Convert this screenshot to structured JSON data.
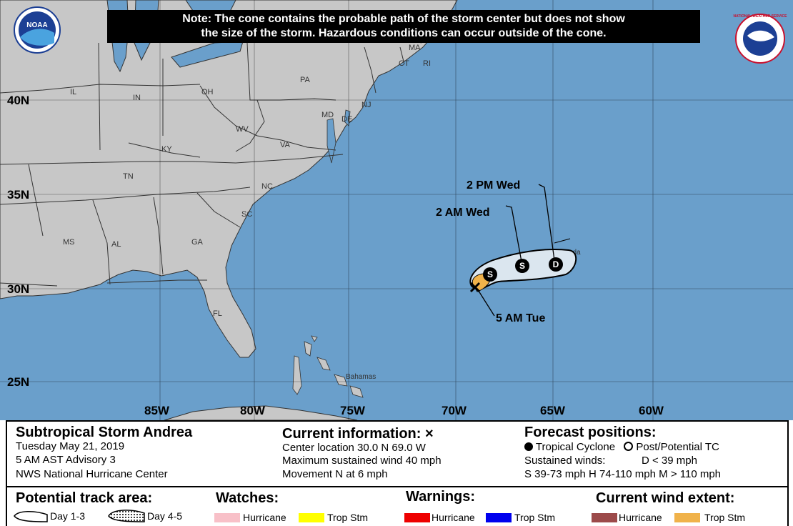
{
  "note": {
    "line1": "Note: The cone contains the probable path of the storm center but does not show",
    "line2": "the size of the storm. Hazardous conditions can occur outside of the cone."
  },
  "logos": {
    "left": "NOAA",
    "right": "NATIONAL WEATHER SERVICE"
  },
  "map": {
    "lat_labels": [
      "40N",
      "35N",
      "30N",
      "25N"
    ],
    "lon_labels": [
      "85W",
      "80W",
      "75W",
      "70W",
      "65W",
      "60W"
    ],
    "state_labels": [
      "IL",
      "IN",
      "OH",
      "PA",
      "MA",
      "CT",
      "RI",
      "NJ",
      "MD",
      "DE",
      "WV",
      "VA",
      "KY",
      "TN",
      "NC",
      "SC",
      "MS",
      "AL",
      "GA",
      "FL"
    ],
    "place_labels": {
      "bermuda": "Bermuda",
      "bahamas": "Bahamas"
    },
    "colors": {
      "ocean": "#6a9fcb",
      "land": "#c7c7c7",
      "cone": "#dbe6ef",
      "trop_storm_extent": "#f0b24a"
    },
    "forecast": [
      {
        "label": "5 AM Tue",
        "symbol": "x"
      },
      {
        "label": "",
        "symbol": "S"
      },
      {
        "label": "2 AM Wed",
        "symbol": "S"
      },
      {
        "label": "2 PM Wed",
        "symbol": "D"
      }
    ]
  },
  "info": {
    "storm_name": "Subtropical Storm Andrea",
    "date": "Tuesday May 21, 2019",
    "advisory": "5 AM AST Advisory 3",
    "center": "NWS National Hurricane Center",
    "current_title": "Current information:",
    "current_symbol": "×",
    "center_location": "Center location 30.0 N 69.0 W",
    "max_wind": "Maximum sustained wind 40 mph",
    "movement": "Movement N at 6 mph",
    "forecast_title": "Forecast positions:",
    "tc_label": "Tropical Cyclone",
    "post_tc_label": "Post/Potential TC",
    "sustained": "Sustained winds:",
    "d_def": "D < 39 mph",
    "scale_line": "S 39-73 mph  H 74-110 mph  M > 110 mph"
  },
  "bottom": {
    "track_title": "Potential track area:",
    "day13": "Day 1-3",
    "day45": "Day 4-5",
    "watches_title": "Watches:",
    "warnings_title": "Warnings:",
    "wind_title": "Current wind extent:",
    "hurricane": "Hurricane",
    "trop_stm": "Trop Stm",
    "colors": {
      "watch_hurricane": "#f8c0c8",
      "watch_trop": "#ffff00",
      "warn_hurricane": "#ee0000",
      "warn_trop": "#0000ee",
      "ext_hurricane": "#9c4a4a",
      "ext_trop": "#f0b24a"
    }
  }
}
